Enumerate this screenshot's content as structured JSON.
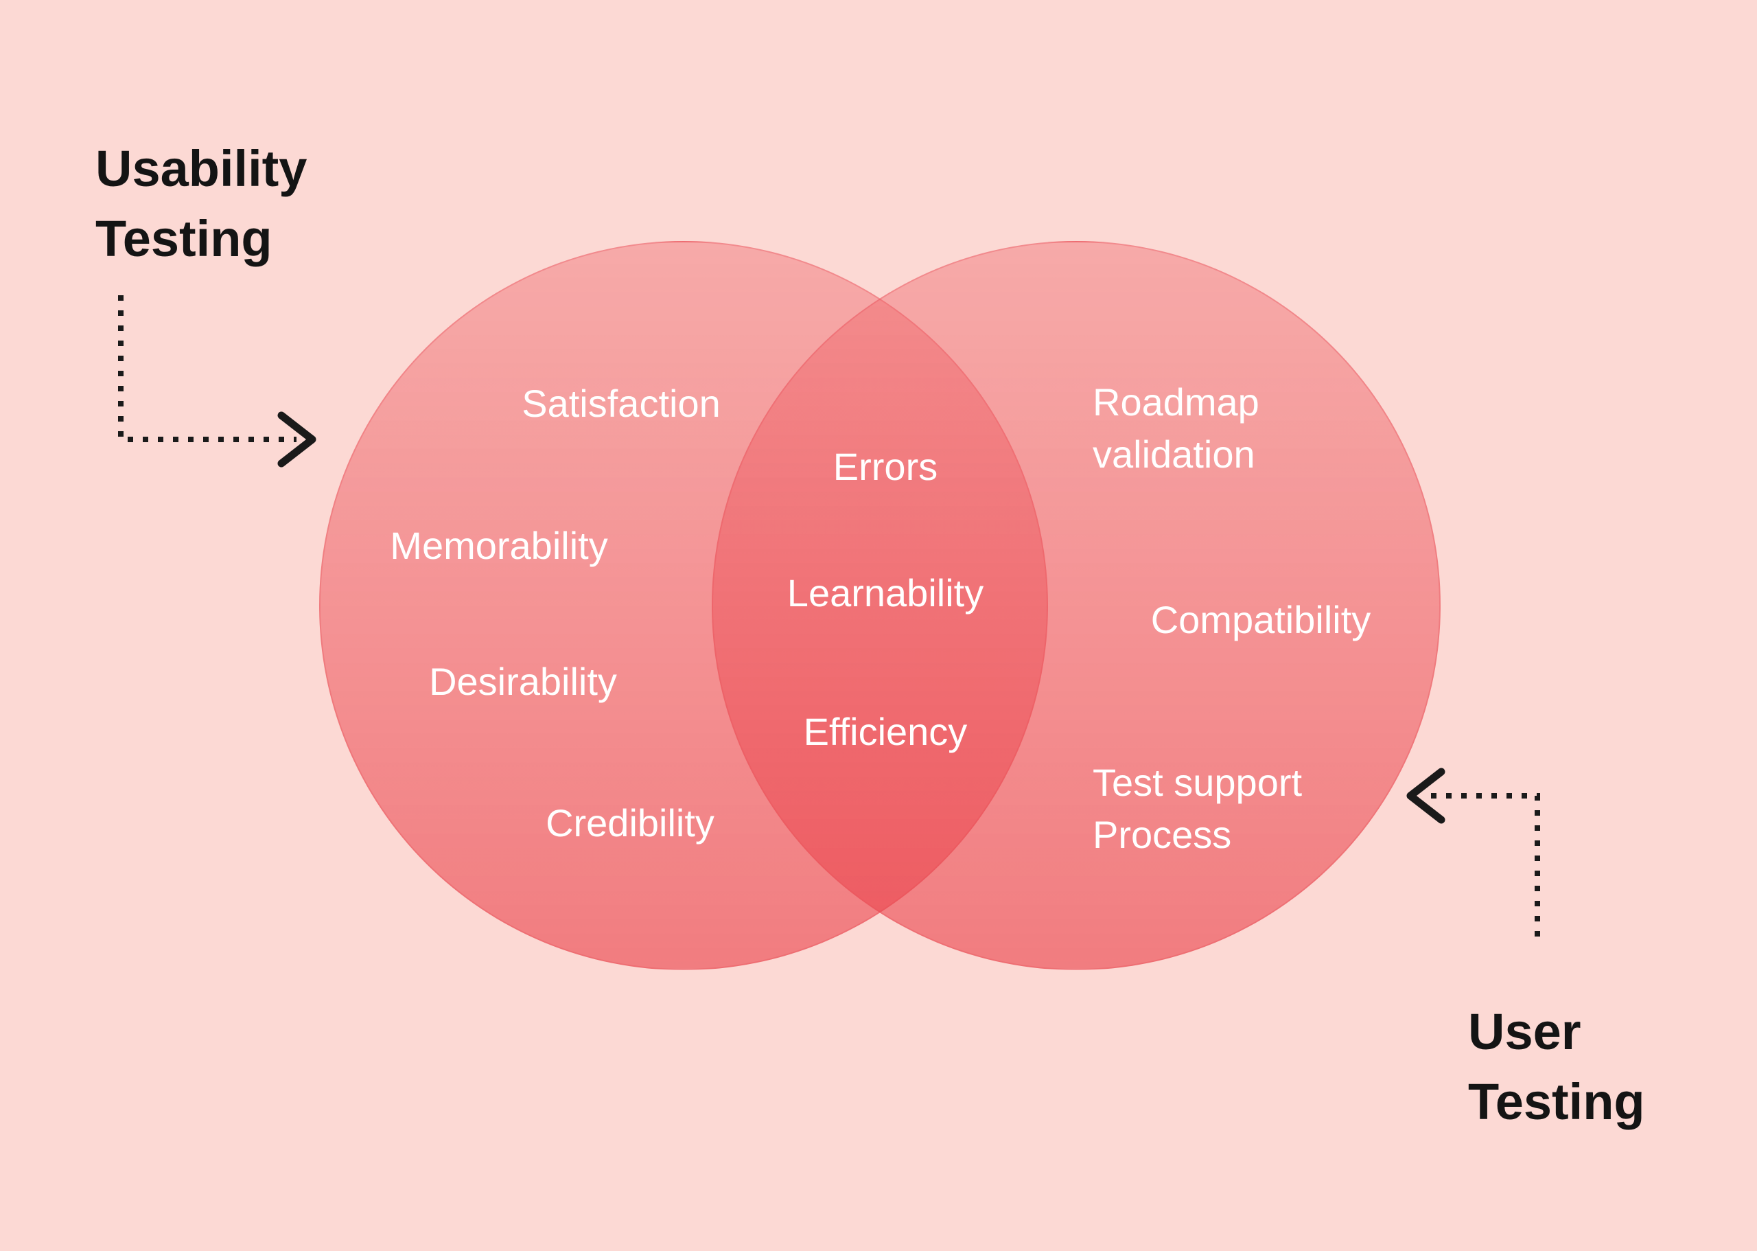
{
  "diagram": {
    "left_title": "Usability\nTesting",
    "right_title": "User\nTesting",
    "left_items": [
      "Satisfaction",
      "Memorability",
      "Desirability",
      "Credibility"
    ],
    "center_items": [
      "Errors",
      "Learnability",
      "Efficiency"
    ],
    "right_items": [
      "Roadmap\nvalidation",
      "Compatibility",
      "Test support\nProcess"
    ]
  },
  "colors": {
    "background": "#FCD9D4",
    "circle_fill": "#ED4C52",
    "overlap_fill": "#EA4A52",
    "item_text": "#FFFFFF",
    "title_text": "#141414",
    "arrow": "#1A1A1A"
  },
  "icons": {
    "left_arrow": "dotted-arrow-right-icon",
    "right_arrow": "dotted-arrow-left-icon"
  }
}
